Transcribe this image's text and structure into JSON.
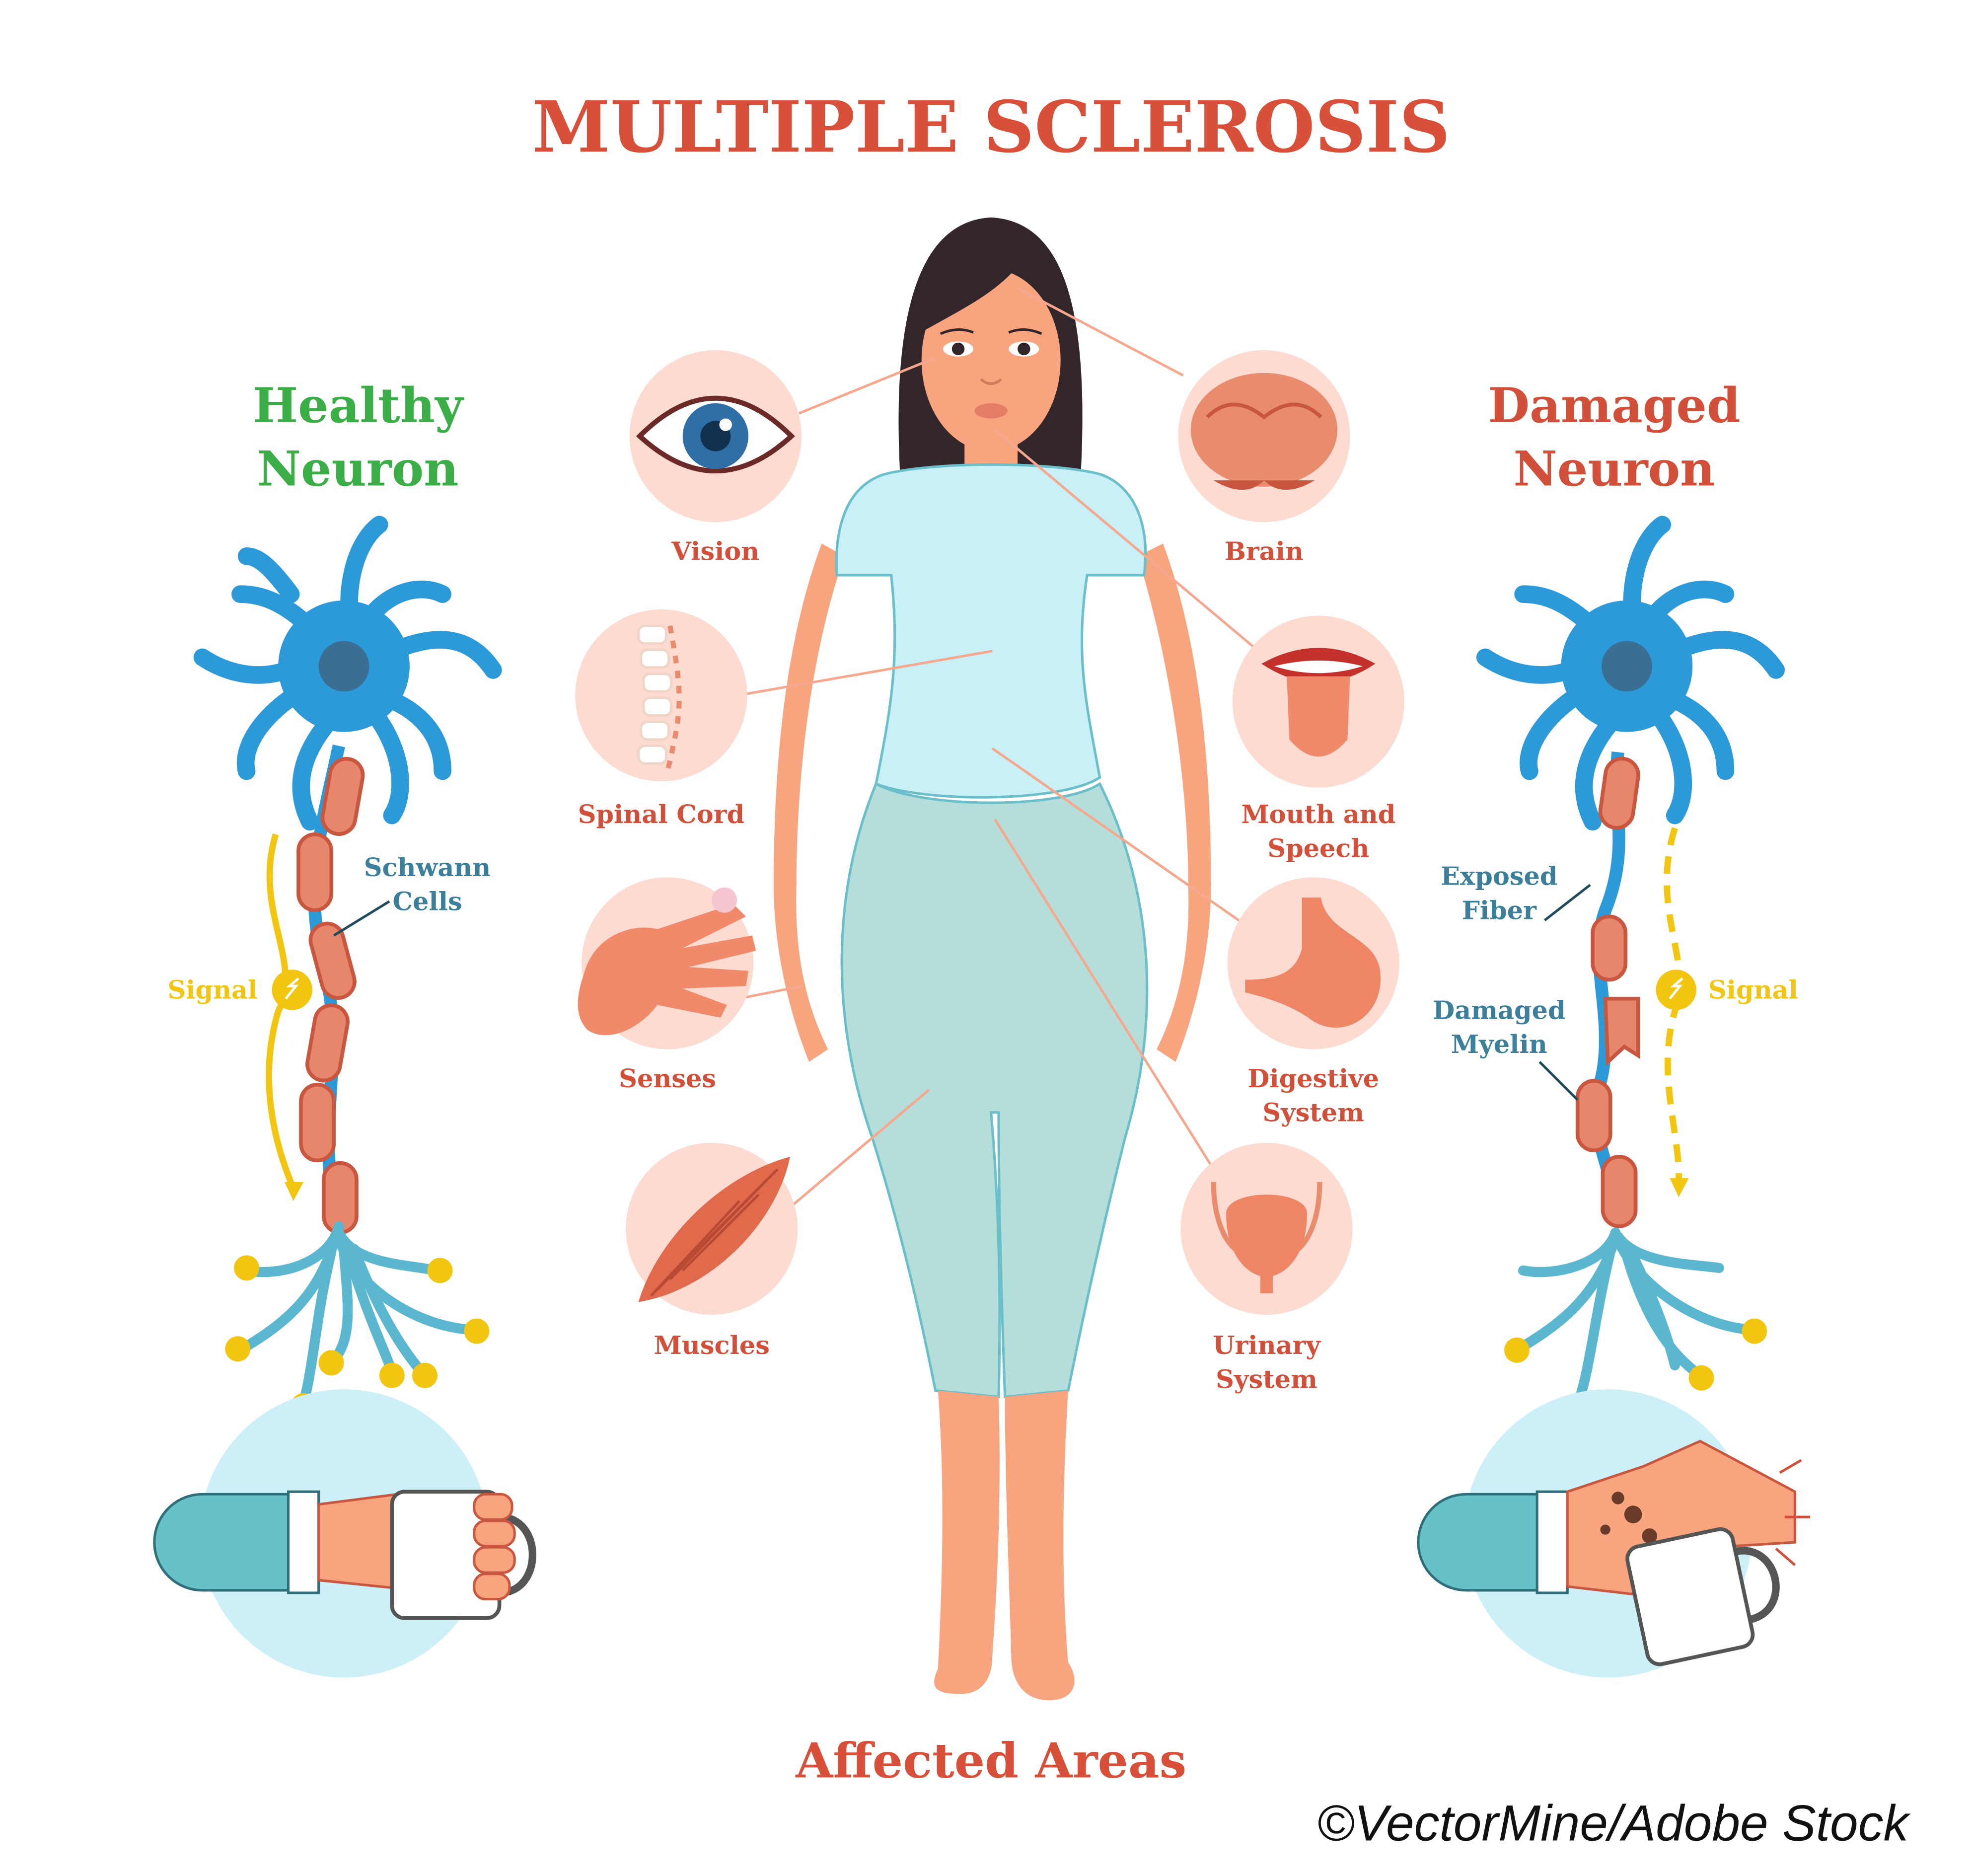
{
  "colors": {
    "title_red": "#d9503a",
    "label_red": "#d24f3a",
    "healthy_green": "#3cae47",
    "neuron_blue": "#2c9ad9",
    "dark_blue": "#3b6e93",
    "signal_yellow": "#f2c511",
    "myelin_peach": "#e6866a",
    "skin": "#f8a47e",
    "shirt": "#c8f0f6",
    "pants": "#b5dedb",
    "hair": "#33262a",
    "circle_pink": "#fddbd1",
    "circle_blue": "#cdeff7"
  },
  "title": "MULTIPLE SCLEROSIS",
  "footer_title": "Affected Areas",
  "credit": "©VectorMine/Adobe Stock",
  "healthy": {
    "heading_line1": "Healthy",
    "heading_line2": "Neuron",
    "schwann_line1": "Schwann",
    "schwann_line2": "Cells",
    "signal": "Signal"
  },
  "damaged": {
    "heading_line1": "Damaged",
    "heading_line2": "Neuron",
    "exposed_line1": "Exposed",
    "exposed_line2": "Fiber",
    "myelin_line1": "Damaged",
    "myelin_line2": "Myelin",
    "signal": "Signal"
  },
  "areas": {
    "vision": "Vision",
    "brain": "Brain",
    "spinal": "Spinal Cord",
    "mouth_line1": "Mouth and",
    "mouth_line2": "Speech",
    "senses": "Senses",
    "digestive_line1": "Digestive",
    "digestive_line2": "System",
    "muscles": "Muscles",
    "urinary_line1": "Urinary",
    "urinary_line2": "System"
  }
}
